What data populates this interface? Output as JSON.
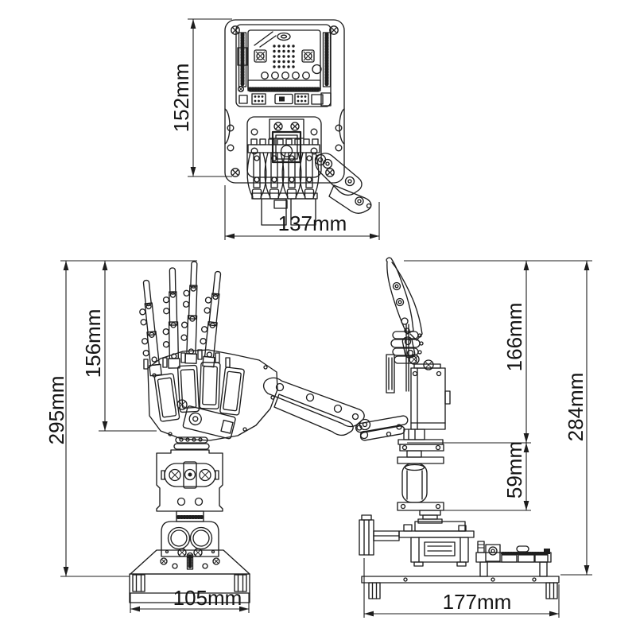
{
  "figure": {
    "background": "#ffffff",
    "line_color": "#1d1d1d",
    "views": {
      "back": {
        "dims": {
          "height": "152mm",
          "width": "137mm"
        }
      },
      "front": {
        "dims": {
          "total_height": "295mm",
          "hand_height": "156mm",
          "base_width": "105mm"
        }
      },
      "side": {
        "dims": {
          "upper_height": "166mm",
          "servo_height": "59mm",
          "total_height": "284mm",
          "base_depth": "177mm"
        }
      }
    }
  }
}
